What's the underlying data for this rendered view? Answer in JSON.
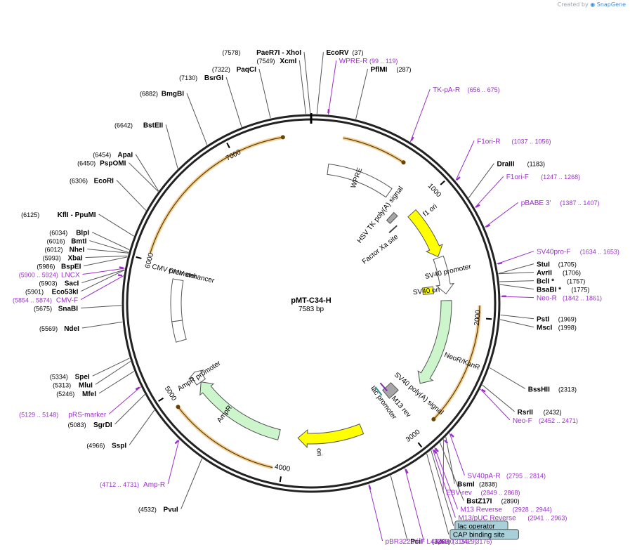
{
  "credit": {
    "prefix": "Created by",
    "brand": "SnapGene"
  },
  "plasmid": {
    "name": "pMT-C34-H",
    "length_label": "7583 bp",
    "length": 7583
  },
  "ticks": [
    "1000",
    "2000",
    "3000",
    "4000",
    "5000",
    "6000",
    "7000"
  ],
  "features": [
    {
      "label": "WPRE",
      "start": 150,
      "end": 740,
      "type": "misc",
      "fill": "#ffffff"
    },
    {
      "label": "HSV TK poly(A) signal",
      "start": 890,
      "end": 940,
      "type": "box",
      "fill": "#a6a6a6"
    },
    {
      "label": "f1 ori",
      "start": 1015,
      "end": 1470,
      "type": "arrow",
      "fill": "#ffff00"
    },
    {
      "label": "Factor Xa site",
      "start": 1007,
      "end": 1018,
      "type": "tick",
      "fill": "#444444"
    },
    {
      "label": "SV40 promoter",
      "start": 1480,
      "end": 1810,
      "type": "arrow",
      "fill": "#ffffff"
    },
    {
      "label": "SV40 ori",
      "start": 1730,
      "end": 1800,
      "type": "box",
      "fill": "#ffff00"
    },
    {
      "label": "NeoR/KanR",
      "start": 1870,
      "end": 2660,
      "type": "arrow",
      "fill": "#ccf5cc"
    },
    {
      "label": "SV40 poly(A) signal",
      "start": 2840,
      "end": 2960,
      "type": "box",
      "fill": "#a6a6a6"
    },
    {
      "label": "M13 rev",
      "start": 2928,
      "end": 2944,
      "type": "tick",
      "fill": "#7d2fb5"
    },
    {
      "label": "lac promoter",
      "start": 3000,
      "end": 3040,
      "type": "tick",
      "fill": "#2f8f8f"
    },
    {
      "label": "ori",
      "start": 3330,
      "end": 3910,
      "type": "arrow",
      "fill": "#ffff00"
    },
    {
      "label": "AmpR",
      "start": 4080,
      "end": 4940,
      "type": "arrow",
      "fill": "#ccf5cc"
    },
    {
      "label": "AmpR promoter",
      "start": 4940,
      "end": 5045,
      "type": "arrow",
      "fill": "#ffffff"
    },
    {
      "label": "CMV enhancer",
      "start": 5530,
      "end": 5900,
      "type": "misc",
      "fill": "#ffffff"
    },
    {
      "label": "CMV promoter",
      "start": 5350,
      "end": 5530,
      "type": "misc",
      "fill": "#ffffff"
    }
  ],
  "orf_arcs": [
    {
      "start": 230,
      "end": 700
    },
    {
      "start": 1910,
      "end": 2810
    },
    {
      "start": 4070,
      "end": 4890
    },
    {
      "start": 6050,
      "end": 7380
    }
  ],
  "center_labels": [
    {
      "text": "WPRE",
      "angle": 20,
      "r": 190
    },
    {
      "text": "HSV TK poly(A) signal",
      "angle": 38,
      "r": 160
    },
    {
      "text": "Factor Xa site",
      "angle": 52,
      "r": 125
    },
    {
      "text": "f1 ori",
      "angle": 52,
      "r": 215
    },
    {
      "text": "SV40 promoter",
      "angle": 77,
      "r": 200
    },
    {
      "text": "SV40 ori",
      "angle": 84,
      "r": 165
    },
    {
      "text": "NeoR/KanR",
      "angle": 111,
      "r": 230
    },
    {
      "text": "SV40 poly(A) signal",
      "angle": 130,
      "r": 200
    },
    {
      "text": "M13 rev",
      "angle": 139,
      "r": 195
    },
    {
      "text": "lac promoter",
      "angle": 144,
      "r": 175
    },
    {
      "text": "ori",
      "angle": 177,
      "r": 212
    },
    {
      "text": "AmpR",
      "angle": 218,
      "r": 200
    },
    {
      "text": "AmpR promoter",
      "angle": 237,
      "r": 190
    },
    {
      "text": "CMV enhancer",
      "angle": 283,
      "r": 175
    },
    {
      "text": "CMV promoter",
      "angle": 283,
      "r": 200
    }
  ],
  "enzymes": [
    {
      "name": "EcoRV",
      "pos": "(37)",
      "bp": 37,
      "side": "right"
    },
    {
      "name": "PflMI",
      "pos": "(287)",
      "bp": 287,
      "side": "right"
    },
    {
      "name": "DraIII",
      "pos": "(1183)",
      "bp": 1183,
      "side": "right"
    },
    {
      "name": "StuI",
      "pos": "(1705)",
      "bp": 1705,
      "side": "right"
    },
    {
      "name": "AvrII",
      "pos": "(1706)",
      "bp": 1706,
      "side": "right"
    },
    {
      "name": "BclI *",
      "pos": "(1757)",
      "bp": 1757,
      "side": "right"
    },
    {
      "name": "BsaBI *",
      "pos": "(1775)",
      "bp": 1775,
      "side": "right"
    },
    {
      "name": "PstI",
      "pos": "(1969)",
      "bp": 1969,
      "side": "right"
    },
    {
      "name": "MscI",
      "pos": "(1998)",
      "bp": 1998,
      "side": "right"
    },
    {
      "name": "BssHII",
      "pos": "(2313)",
      "bp": 2313,
      "side": "right"
    },
    {
      "name": "RsrII",
      "pos": "(2432)",
      "bp": 2432,
      "side": "right"
    },
    {
      "name": "BsmI",
      "pos": "(2838)",
      "bp": 2838,
      "side": "right"
    },
    {
      "name": "BstZ17I",
      "pos": "(2890)",
      "bp": 2890,
      "side": "right"
    },
    {
      "name": "PciI",
      "pos": "(3269)",
      "bp": 3269,
      "side": "right"
    },
    {
      "name": "PvuI",
      "pos": "(4532)",
      "bp": 4532,
      "side": "left"
    },
    {
      "name": "SspI",
      "pos": "(4966)",
      "bp": 4966,
      "side": "left"
    },
    {
      "name": "SgrDI",
      "pos": "(5083)",
      "bp": 5083,
      "side": "left"
    },
    {
      "name": "MfeI",
      "pos": "(5246)",
      "bp": 5246,
      "side": "left"
    },
    {
      "name": "MluI",
      "pos": "(5313)",
      "bp": 5313,
      "side": "left"
    },
    {
      "name": "SpeI",
      "pos": "(5334)",
      "bp": 5334,
      "side": "left"
    },
    {
      "name": "NdeI",
      "pos": "(5569)",
      "bp": 5569,
      "side": "left"
    },
    {
      "name": "SnaBI",
      "pos": "(5675)",
      "bp": 5675,
      "side": "left"
    },
    {
      "name": "Eco53kI",
      "pos": "(5901)",
      "bp": 5901,
      "side": "left"
    },
    {
      "name": "SacI",
      "pos": "(5903)",
      "bp": 5903,
      "side": "left"
    },
    {
      "name": "BspEI",
      "pos": "(5986)",
      "bp": 5986,
      "side": "left"
    },
    {
      "name": "XbaI",
      "pos": "(5993)",
      "bp": 5993,
      "side": "left"
    },
    {
      "name": "NheI",
      "pos": "(6012)",
      "bp": 6012,
      "side": "left"
    },
    {
      "name": "BmtI",
      "pos": "(6016)",
      "bp": 6016,
      "side": "left"
    },
    {
      "name": "BlpI",
      "pos": "(6034)",
      "bp": 6034,
      "side": "left"
    },
    {
      "name": "KflI",
      "pos": "(6125)",
      "bp": 6125,
      "side": "left",
      "extra": "- PpuMI"
    },
    {
      "name": "EcoRI",
      "pos": "(6306)",
      "bp": 6306,
      "side": "left"
    },
    {
      "name": "PspOMI",
      "pos": "(6450)",
      "bp": 6450,
      "side": "left"
    },
    {
      "name": "ApaI",
      "pos": "(6454)",
      "bp": 6454,
      "side": "left"
    },
    {
      "name": "BstEII",
      "pos": "(6642)",
      "bp": 6642,
      "side": "left"
    },
    {
      "name": "BmgBI",
      "pos": "(6882)",
      "bp": 6882,
      "side": "left"
    },
    {
      "name": "BsrGI",
      "pos": "(7130)",
      "bp": 7130,
      "side": "left"
    },
    {
      "name": "PaqCI",
      "pos": "(7322)",
      "bp": 7322,
      "side": "left"
    },
    {
      "name": "XcmI",
      "pos": "(7549)",
      "bp": 7549,
      "side": "left"
    },
    {
      "name": "PaeR7I",
      "pos": "(7578)",
      "bp": 7578,
      "side": "left",
      "extra": "- XhoI"
    }
  ],
  "primers": [
    {
      "name": "WPRE-R",
      "range": "(99 .. 119)",
      "bp": 109,
      "side": "right"
    },
    {
      "name": "TK-pA-R",
      "range": "(656 .. 675)",
      "bp": 665,
      "side": "right"
    },
    {
      "name": "F1ori-R",
      "range": "(1037 .. 1056)",
      "bp": 1046,
      "side": "right"
    },
    {
      "name": "F1ori-F",
      "range": "(1247 .. 1268)",
      "bp": 1257,
      "side": "right"
    },
    {
      "name": "pBABE 3'",
      "range": "(1387 .. 1407)",
      "bp": 1397,
      "side": "right"
    },
    {
      "name": "SV40pro-F",
      "range": "(1634 .. 1653)",
      "bp": 1643,
      "side": "right"
    },
    {
      "name": "Neo-R",
      "range": "(1842 .. 1861)",
      "bp": 1851,
      "side": "right"
    },
    {
      "name": "Neo-F",
      "range": "(2452 .. 2471)",
      "bp": 2461,
      "side": "right"
    },
    {
      "name": "SV40pA-R",
      "range": "(2795 .. 2814)",
      "bp": 2804,
      "side": "right"
    },
    {
      "name": "EBV-rev",
      "range": "(2849 .. 2868)",
      "bp": 2858,
      "side": "right"
    },
    {
      "name": "M13 Reverse",
      "range": "(2928 .. 2944)",
      "bp": 2936,
      "side": "right"
    },
    {
      "name": "M13/pUC Reverse",
      "range": "(2941 .. 2963)",
      "bp": 2952,
      "side": "right"
    },
    {
      "name": "L4440",
      "range": "(3159 .. 3176)",
      "bp": 3167,
      "side": "right"
    },
    {
      "name": "pBR322ori-F",
      "range": "(3410 .. 3429)",
      "bp": 3419,
      "side": "right"
    },
    {
      "name": "Amp-R",
      "range": "(4712 .. 4731)",
      "bp": 4721,
      "side": "left"
    },
    {
      "name": "pRS-marker",
      "range": "(5129 .. 5148)",
      "bp": 5138,
      "side": "left"
    },
    {
      "name": "CMV-F",
      "range": "(5854 .. 5874)",
      "bp": 5864,
      "side": "left"
    },
    {
      "name": "LNCX",
      "range": "(5900 .. 5924)",
      "bp": 5912,
      "side": "left"
    }
  ],
  "boxed_labels": [
    {
      "text": "lac operator",
      "bp": 2965
    },
    {
      "text": "CAP binding site",
      "bp": 3000
    }
  ],
  "colors": {
    "enzyme_text": "#000000",
    "primer_text": "#9b30c9",
    "backbone": "#222222",
    "orf": "#e8a53a",
    "box_fill": "#a9cfd8"
  }
}
